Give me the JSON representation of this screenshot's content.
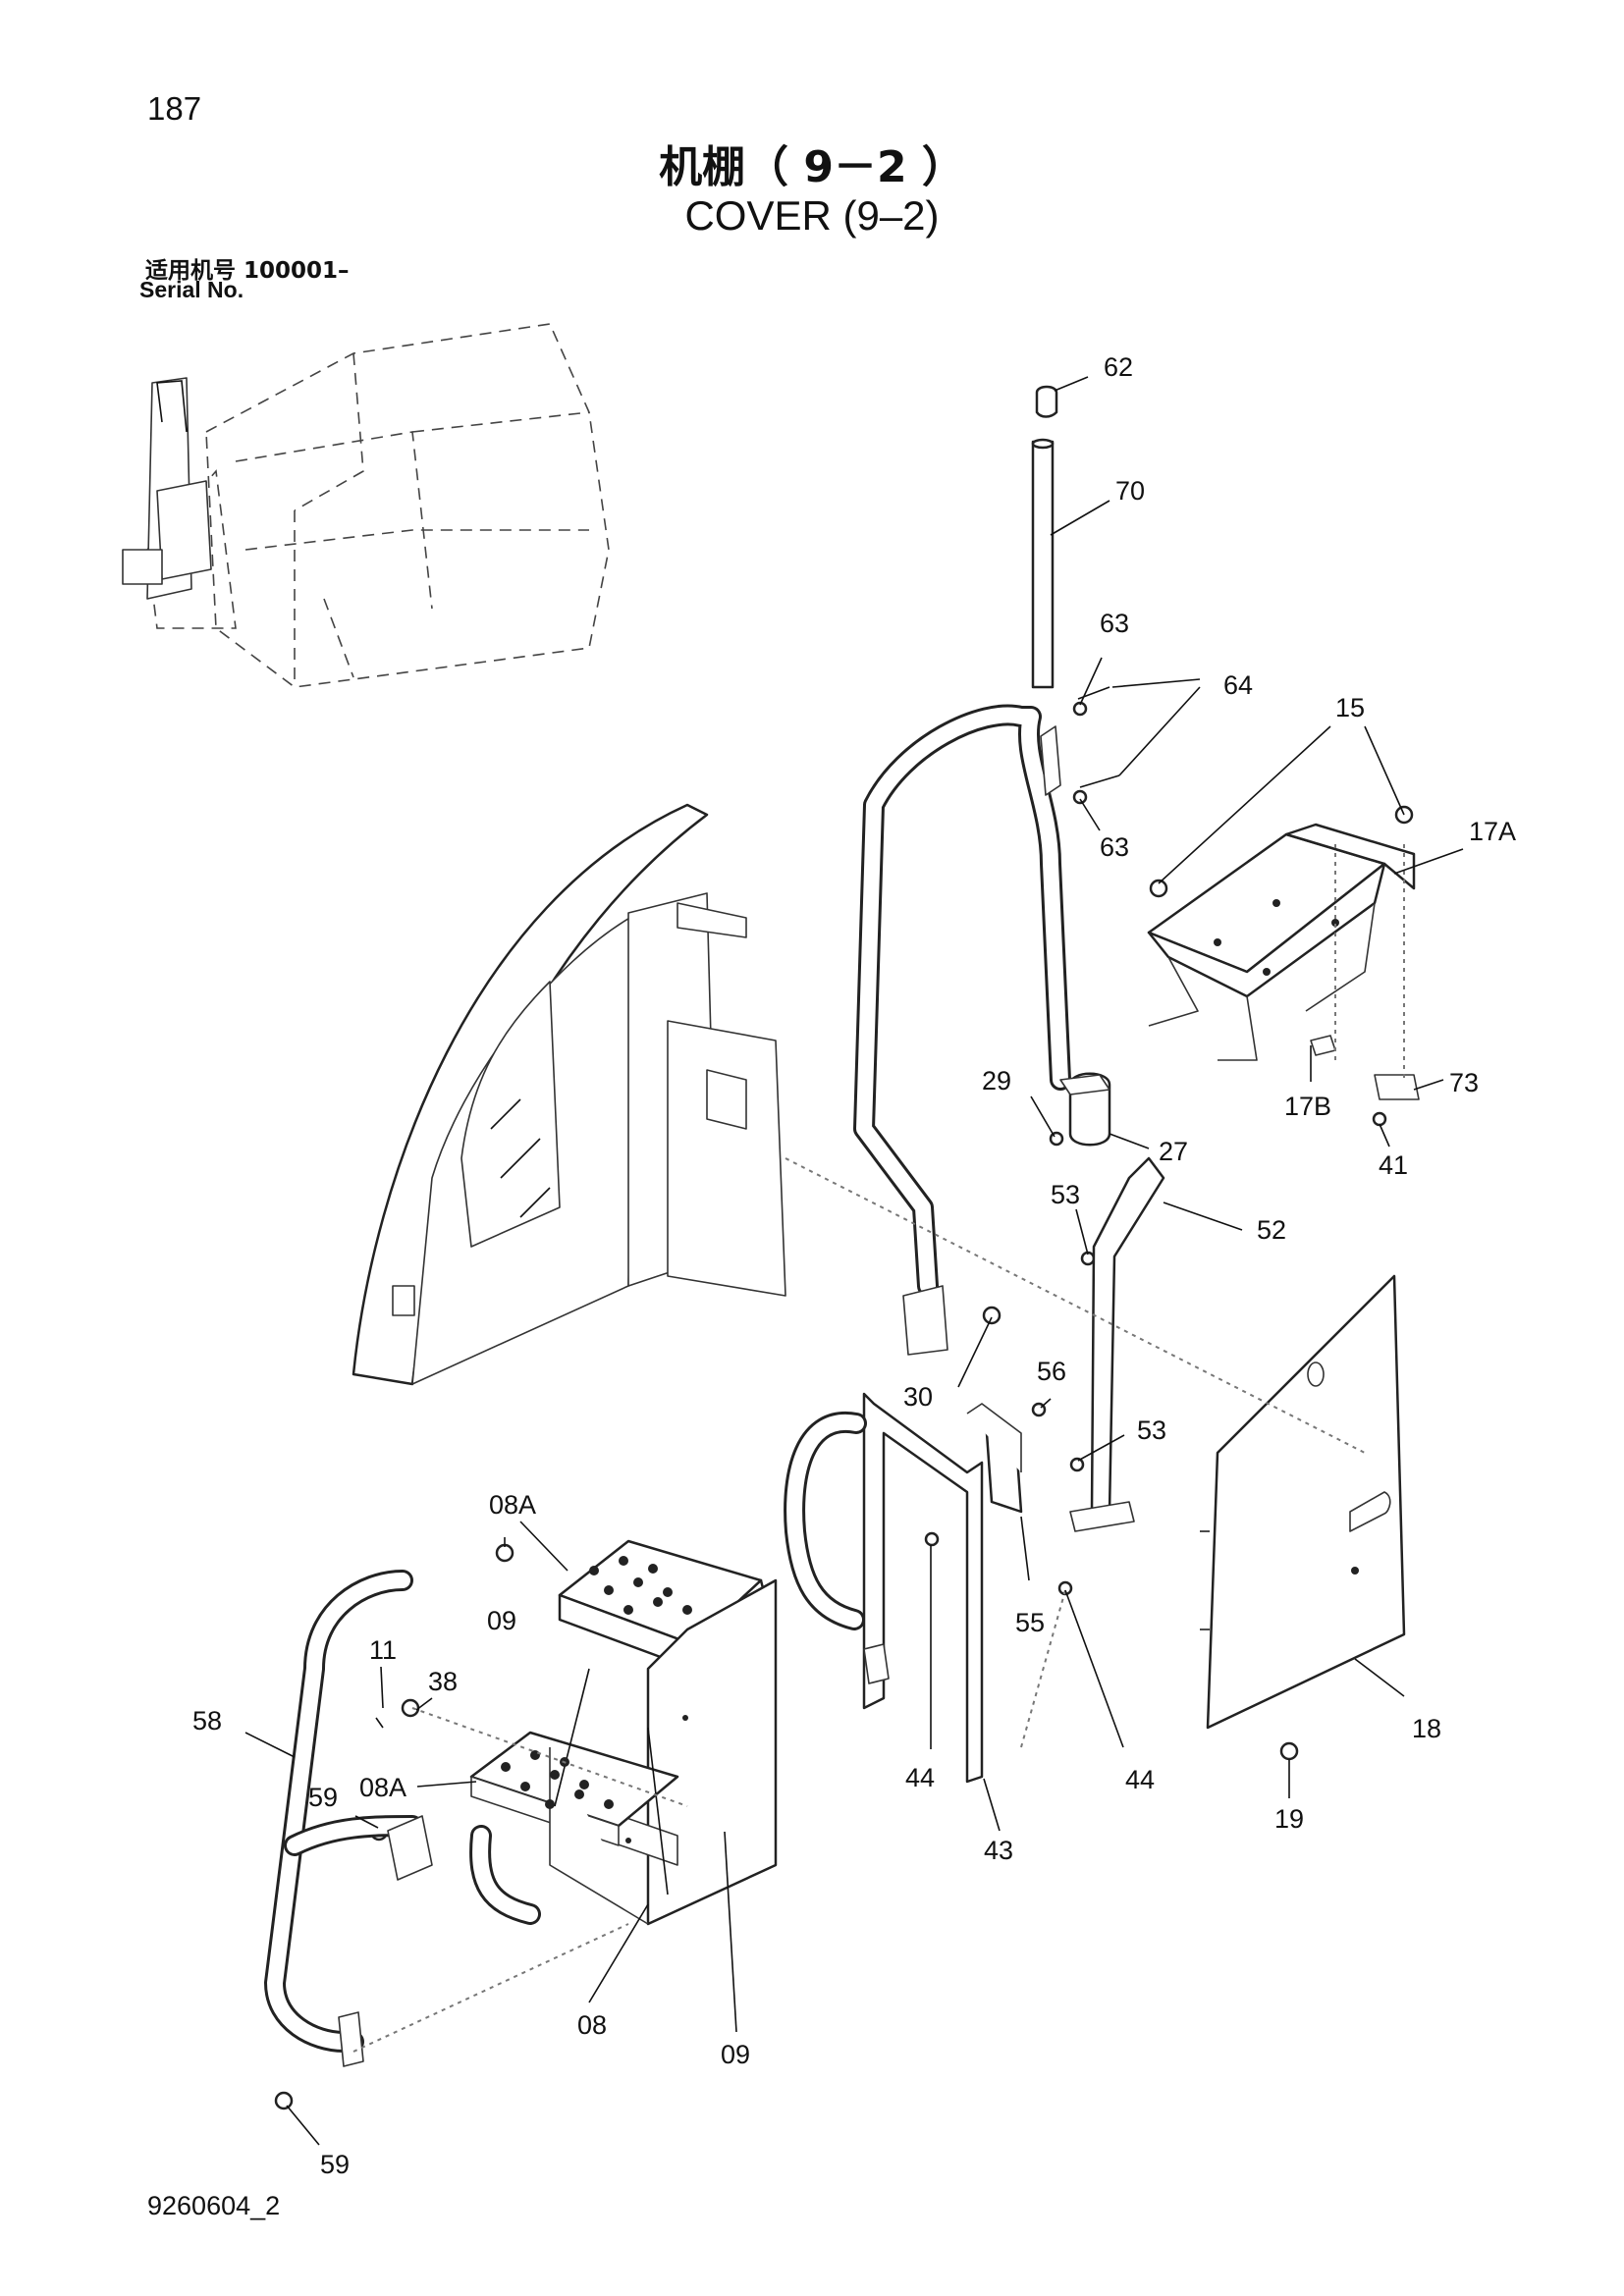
{
  "header": {
    "page_number": "187",
    "title_cn": "机棚（ 9－2 ）",
    "title_en": "COVER (9–2)",
    "serial_label_cn": "适用机号 100001–",
    "serial_label_en": "Serial No."
  },
  "footer": {
    "drawing_code": "9260604_2"
  },
  "callouts": {
    "c62": "62",
    "c70": "70",
    "c63a": "63",
    "c64": "64",
    "c63b": "63",
    "c15": "15",
    "c17A": "17A",
    "c17B": "17B",
    "c73": "73",
    "c41": "41",
    "c29": "29",
    "c27": "27",
    "c53a": "53",
    "c52": "52",
    "c30": "30",
    "c56": "56",
    "c53b": "53",
    "c55": "55",
    "c08A_top": "08A",
    "c09_top": "09",
    "c11": "11",
    "c38": "38",
    "c58": "58",
    "c59_mid": "59",
    "c08A_mid": "08A",
    "c44a": "44",
    "c44b": "44",
    "c18": "18",
    "c19": "19",
    "c43": "43",
    "c08": "08",
    "c09_bot": "09",
    "c59_bot": "59"
  },
  "colors": {
    "ink": "#111111",
    "paper": "#ffffff"
  }
}
